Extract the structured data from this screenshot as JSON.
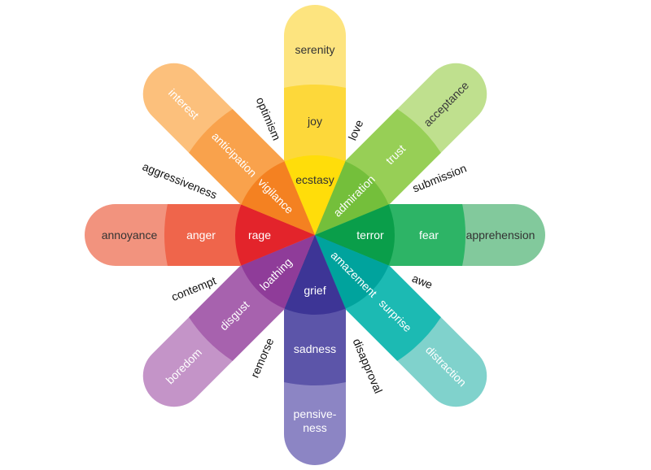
{
  "arms": [
    {
      "outer": "serenity",
      "middle": "joy",
      "inner": "ecstasy",
      "colors": [
        "#fde47f",
        "#fdd83a",
        "#ffdd0a"
      ],
      "text": [
        "#333333",
        "#333333",
        "#333333"
      ]
    },
    {
      "outer": "acceptance",
      "middle": "trust",
      "inner": "admiration",
      "colors": [
        "#bfe08e",
        "#97cf56",
        "#74bf3b"
      ],
      "text": [
        "#3a3a3a",
        "#ffffff",
        "#ffffff"
      ]
    },
    {
      "outer": "apprehension",
      "middle": "fear",
      "inner": "terror",
      "colors": [
        "#82c99c",
        "#2db466",
        "#0a9e4a"
      ],
      "text": [
        "#333333",
        "#ffffff",
        "#ffffff"
      ]
    },
    {
      "outer": "distraction",
      "middle": "surprise",
      "inner": "amazement",
      "colors": [
        "#80d2cc",
        "#1cbab3",
        "#00a39d"
      ],
      "text": [
        "#ffffff",
        "#ffffff",
        "#ffffff"
      ]
    },
    {
      "outer": "pensive-|ness",
      "middle": "sadness",
      "inner": "grief",
      "colors": [
        "#8c85c4",
        "#5c55a9",
        "#3d3596"
      ],
      "text": [
        "#ffffff",
        "#ffffff",
        "#ffffff"
      ]
    },
    {
      "outer": "boredom",
      "middle": "disgust",
      "inner": "loathing",
      "colors": [
        "#c494c8",
        "#a762ae",
        "#8f3c99"
      ],
      "text": [
        "#ffffff",
        "#ffffff",
        "#ffffff"
      ]
    },
    {
      "outer": "annoyance",
      "middle": "anger",
      "inner": "rage",
      "colors": [
        "#f2937e",
        "#ef654b",
        "#e3242b"
      ],
      "text": [
        "#333333",
        "#ffffff",
        "#ffffff"
      ]
    },
    {
      "outer": "interest",
      "middle": "anticipation",
      "inner": "vigilance",
      "colors": [
        "#fcc07c",
        "#f9a24c",
        "#f48121"
      ],
      "text": [
        "#ffffff",
        "#ffffff",
        "#ffffff"
      ]
    }
  ],
  "dyads": [
    "love",
    "submission",
    "awe",
    "disapproval",
    "remorse",
    "contempt",
    "aggressiveness",
    "optimism"
  ]
}
